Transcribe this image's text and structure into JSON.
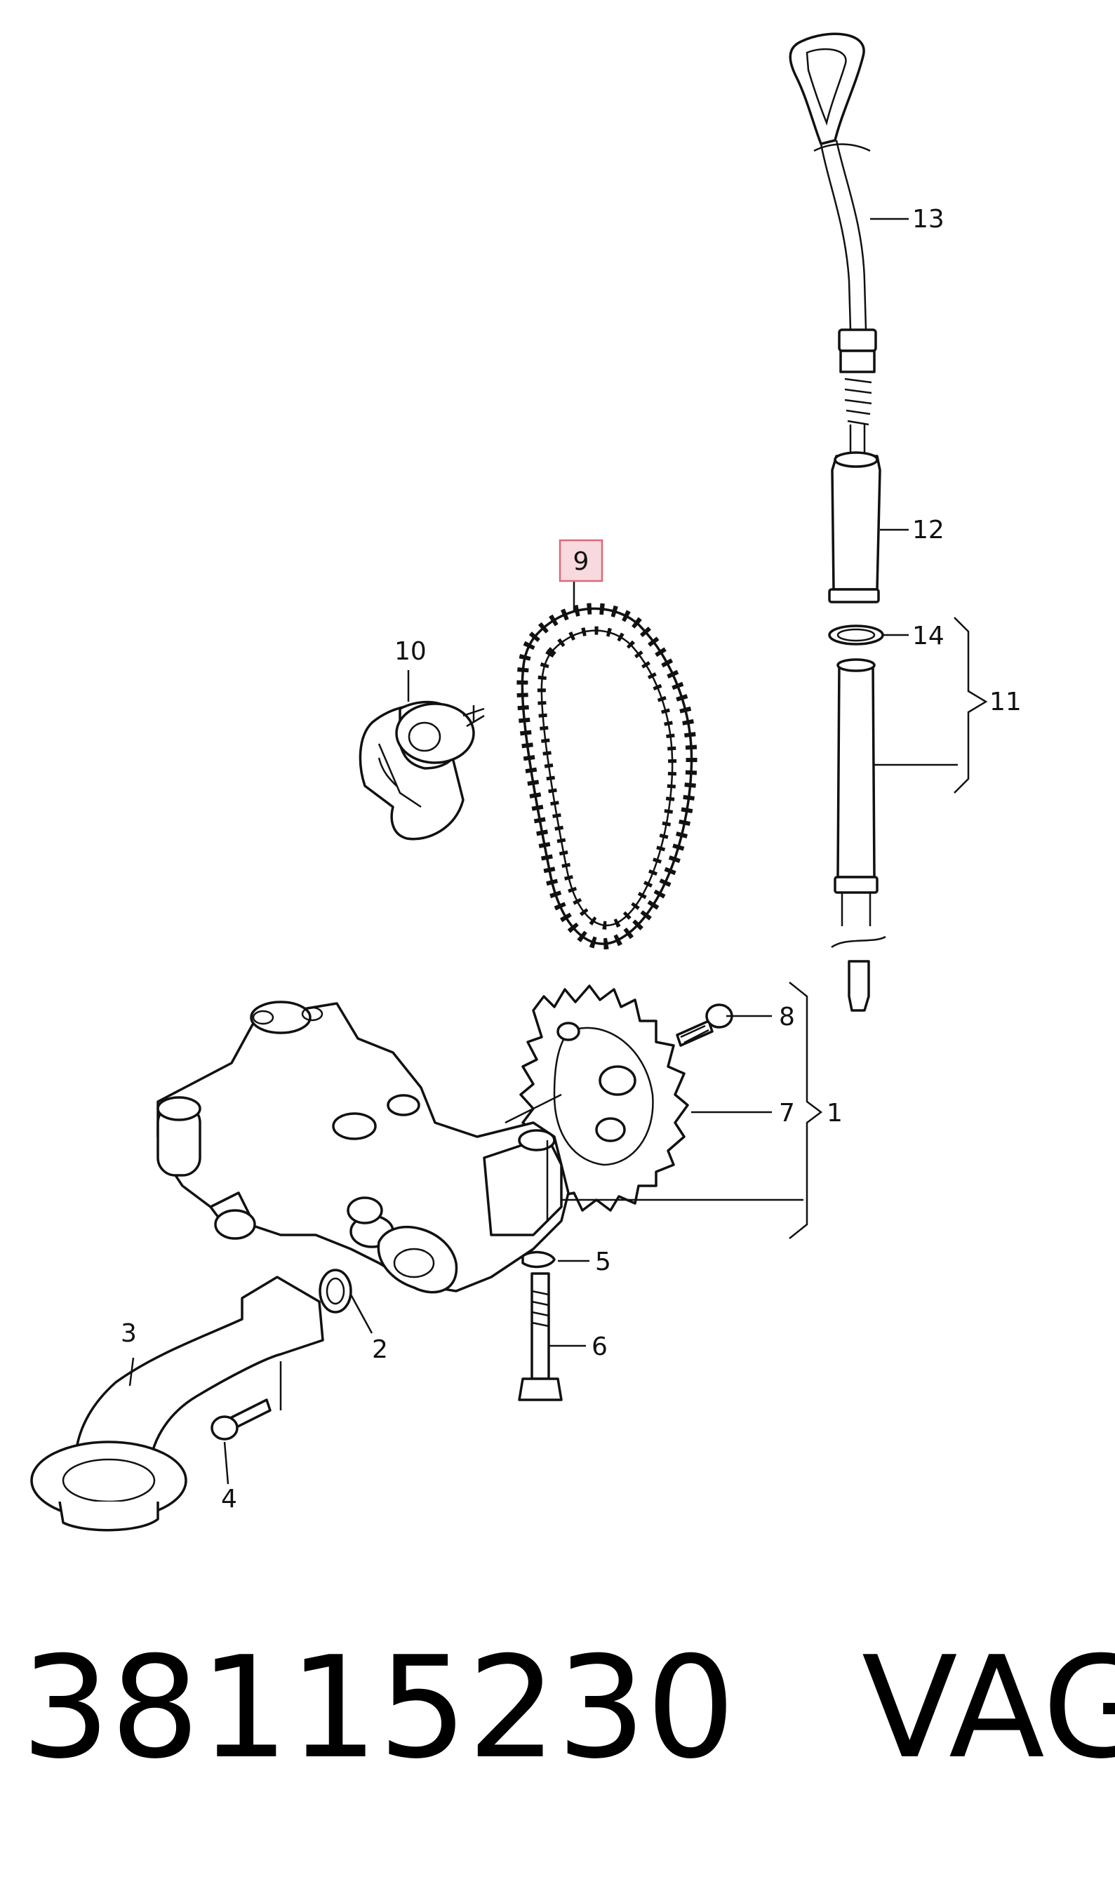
{
  "diagram": {
    "callouts": [
      {
        "id": "1",
        "text": "1"
      },
      {
        "id": "2",
        "text": "2"
      },
      {
        "id": "3",
        "text": "3"
      },
      {
        "id": "4",
        "text": "4"
      },
      {
        "id": "5",
        "text": "5"
      },
      {
        "id": "6",
        "text": "6"
      },
      {
        "id": "7",
        "text": "7"
      },
      {
        "id": "8",
        "text": "8"
      },
      {
        "id": "9",
        "text": "9",
        "highlighted": true
      },
      {
        "id": "10",
        "text": "10"
      },
      {
        "id": "11",
        "text": "11"
      },
      {
        "id": "12",
        "text": "12"
      },
      {
        "id": "13",
        "text": "13"
      },
      {
        "id": "14",
        "text": "14"
      }
    ],
    "highlight_color": "#f8d9dd"
  },
  "footer": {
    "part_number": "38115230",
    "brand": "VAG"
  }
}
